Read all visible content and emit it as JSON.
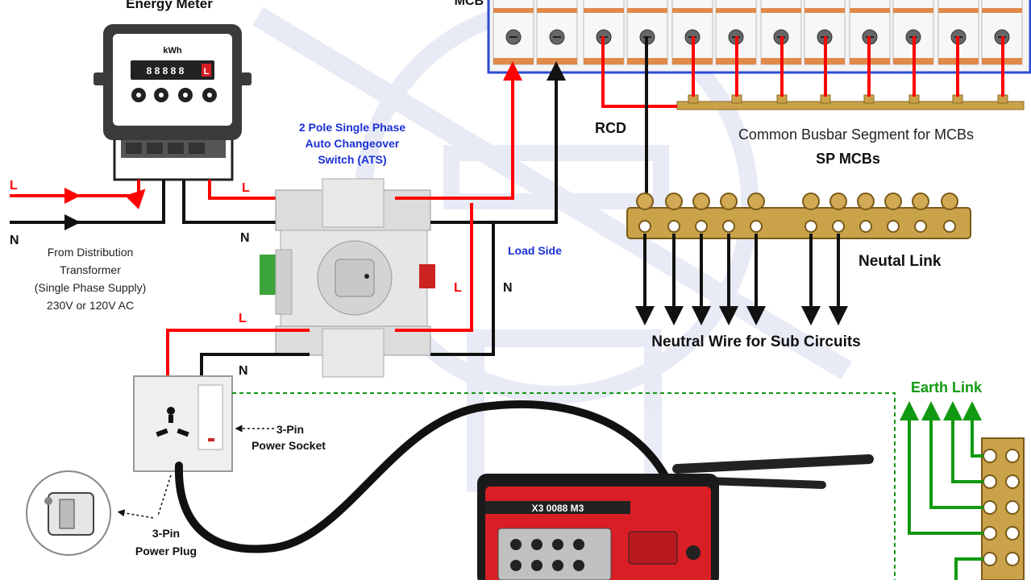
{
  "labels": {
    "energy_meter": "Energy Meter",
    "kwh": "kWh",
    "meter_digits": "8 8 8 8 8",
    "meter_last_digit": "L",
    "mcb": "MCB",
    "rcd": "RCD",
    "common_busbar": "Common Busbar Segment for MCBs",
    "sp_mcbs": "SP MCBs",
    "ats_line1": "2 Pole Single Phase",
    "ats_line2": "Auto Changeover",
    "ats_line3": "Switch (ATS)",
    "load_side": "Load Side",
    "neutral_link": "Neutal Link",
    "neutral_wires": "Neutral Wire for Sub Circuits",
    "earth_link": "Earth Link",
    "from_line1": "From Distribution",
    "from_line2": "Transformer",
    "from_line3": "(Single Phase Supply)",
    "from_line4": "230V or 120V AC",
    "socket_line1": "3-Pin",
    "socket_line2": "Power Socket",
    "plug_line1": "3-Pin",
    "plug_line2": "Power Plug",
    "generator_brand": "X3 0088 M3",
    "L": "L",
    "N": "N"
  },
  "colors": {
    "live": "#ff0000",
    "neutral": "#111111",
    "earth": "#119911",
    "busbar": "#b8860b",
    "ats_text": "#1a2fd6",
    "mcb_frame": "#2a4bd7",
    "generator": "#d91f25"
  }
}
